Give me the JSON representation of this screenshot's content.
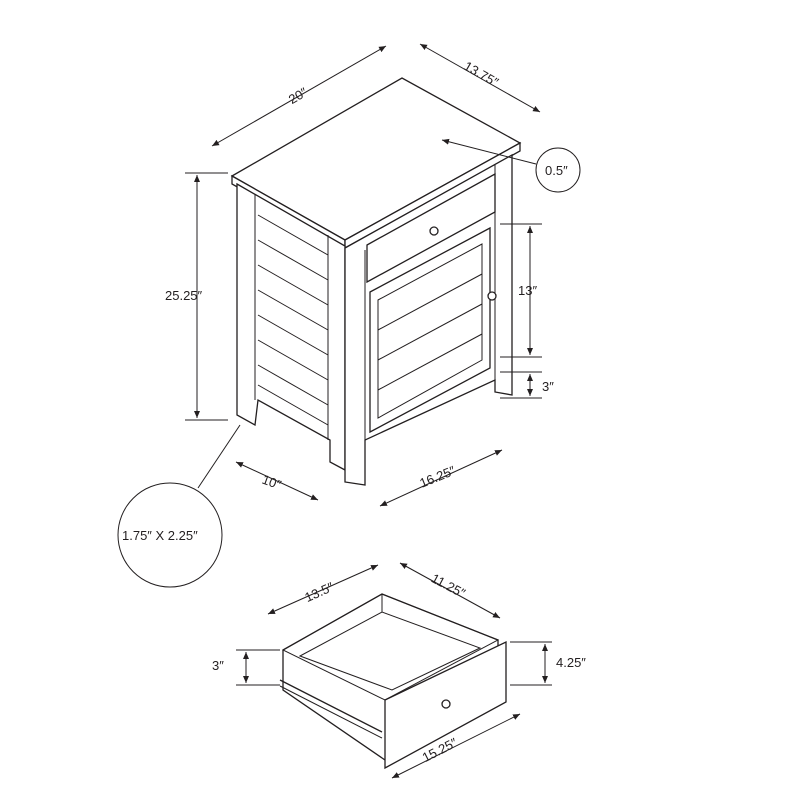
{
  "cabinet": {
    "width_label": "20″",
    "depth_label": "13.75″",
    "top_thickness_label": "0.5″",
    "height_label": "25.25″",
    "door_height_label": "13″",
    "leg_clearance_label": "3″",
    "side_inner_label": "10″",
    "front_inner_label": "16.25″",
    "leg_size_label": "1.75″ X 2.25″"
  },
  "drawer": {
    "depth_label": "13.5″",
    "width_label": "11.25″",
    "side_height_label": "3″",
    "front_height_label": "4.25″",
    "front_width_label": "15.25″"
  },
  "colors": {
    "line": "#231f20",
    "background": "#ffffff"
  }
}
